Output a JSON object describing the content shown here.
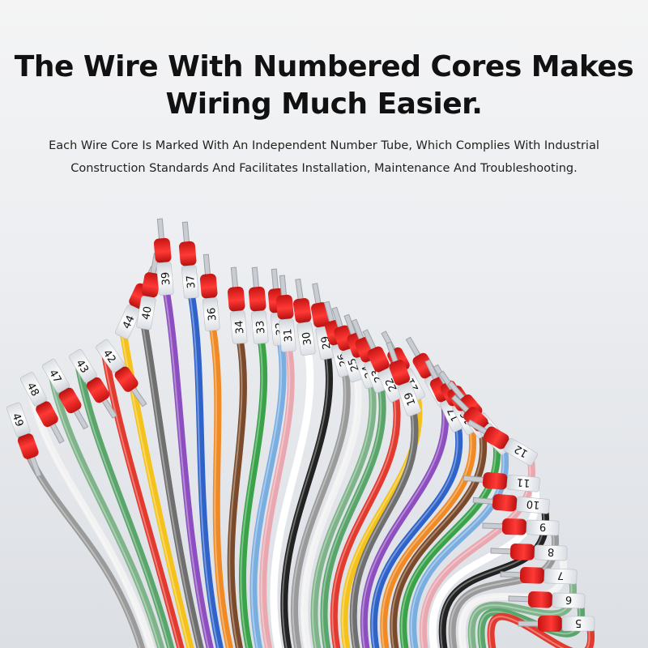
{
  "header": {
    "title_line1": "The Wire With Numbered Cores Makes",
    "title_line2": "Wiring Much Easier.",
    "subtitle_line1": "Each Wire Core Is Marked With An Independent Number Tube, Which Complies With Industrial",
    "subtitle_line2": "Construction Standards And Facilitates Installation, Maintenance And Troubleshooting."
  },
  "wire_labels": [
    "49",
    "48",
    "47",
    "43",
    "42",
    "44",
    "40",
    "39",
    "37",
    "36",
    "34",
    "33",
    "32",
    "31",
    "30",
    "29",
    "26",
    "25",
    "24",
    "23",
    "22",
    "21",
    "19",
    "20",
    "17",
    "16",
    "15",
    "14",
    "13",
    "12",
    "11",
    "10",
    "9",
    "8",
    "7",
    "6",
    "5"
  ],
  "colors": {
    "ferrule": "#e8201f",
    "background": "#eceef1",
    "title": "#111111"
  }
}
